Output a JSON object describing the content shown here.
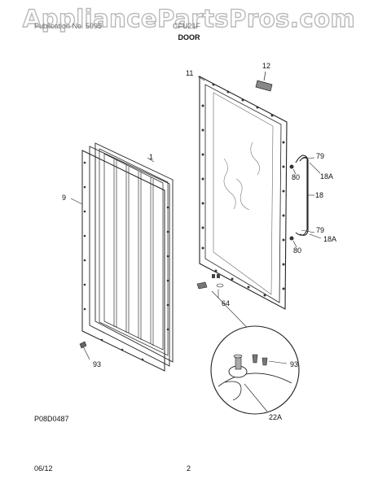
{
  "watermark": "AppliancePartsPros.com",
  "header": {
    "left": "Publication No. 5995",
    "model": "CFU21F",
    "section": "DOOR"
  },
  "diagram_code": "P08D0487",
  "footer": {
    "date": "06/12",
    "page": "2"
  },
  "callouts": {
    "c1": "1",
    "c9": "9",
    "c11": "11",
    "c12": "12",
    "c18": "18",
    "c18a_top": "18A",
    "c18a_bot": "18A",
    "c79_top": "79",
    "c79_bot": "79",
    "c80_top": "80",
    "c80_bot": "80",
    "c64": "64",
    "c93_left": "93",
    "c93_detail": "93",
    "c22a": "22A"
  }
}
